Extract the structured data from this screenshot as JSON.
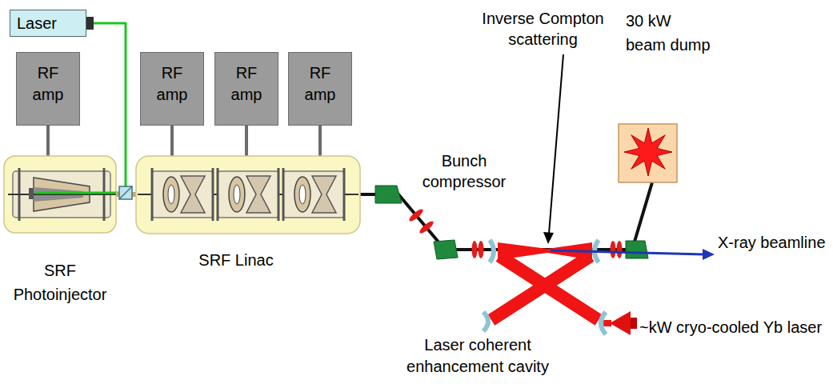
{
  "diagram": {
    "nodes": [
      {
        "text": [
          "Laser"
        ]
      },
      {
        "text": [
          "RF amp"
        ]
      },
      {
        "text": [
          "RF amp"
        ]
      },
      {
        "text": [
          "RF amp"
        ]
      },
      {
        "text": [
          "RF amp"
        ]
      },
      {
        "text": [
          "SRF Photoinjector"
        ]
      },
      {
        "text": [
          "SRF Linac"
        ]
      },
      {
        "text": [
          "30 kW beam dump"
        ]
      }
    ],
    "edges": [
      {
        "from": 0,
        "to": 5,
        "arrow": "none"
      },
      {
        "from": 1,
        "to": 5,
        "arrow": "none"
      },
      {
        "from": 2,
        "to": 6,
        "arrow": "none"
      },
      {
        "from": 3,
        "to": 6,
        "arrow": "none"
      },
      {
        "from": 4,
        "to": 6,
        "arrow": "none"
      },
      {
        "from": 5,
        "to": 6,
        "arrow": "none"
      },
      {
        "from": 6,
        "to": 7,
        "arrow": "none"
      }
    ],
    "labels": [
      "Bunch compressor",
      "Inverse Compton scattering",
      "X-ray beamline",
      "Laser coherent enhancement cavity",
      "~kW cryo-cooled Yb laser"
    ]
  }
}
